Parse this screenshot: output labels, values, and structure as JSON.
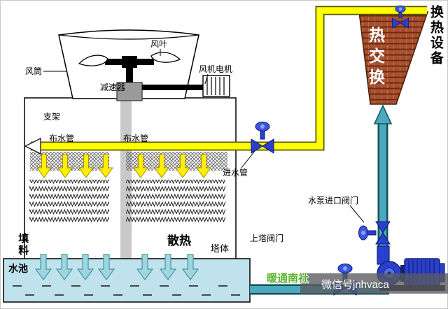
{
  "cooling_tower": {
    "fan_blade": "风叶",
    "fan_cylinder": "风筒",
    "fan_motor": "风机电机",
    "reducer": "减速器",
    "support": "支架",
    "water_distribution_pipe_left": "布水管",
    "water_distribution_pipe_right": "布水管",
    "fill": "填料",
    "heat_dissipation": "散热",
    "tower_body": "塔体",
    "water_pool": "水池"
  },
  "piping": {
    "inlet_pipe": "进水管",
    "pump_inlet_valve": "水泵进口阀门",
    "up_tower_valve": "上塔阀门"
  },
  "heat_exchanger": {
    "equipment": "换热设备",
    "exchange": "热交换"
  },
  "watermark": {
    "brand": "暖通南社",
    "wechat_id": "微信号jnhvaca"
  },
  "colors": {
    "hot_water_pipe": "#ffff00",
    "cold_water_pipe": "#4aa9bc",
    "pool_water": "#bfe2ec",
    "heat_exchanger_body": "#a6502f",
    "valve_blue": "#2a3fd0",
    "pump_blue": "#2a3fd0",
    "watermark_green": "#5ab42e"
  }
}
